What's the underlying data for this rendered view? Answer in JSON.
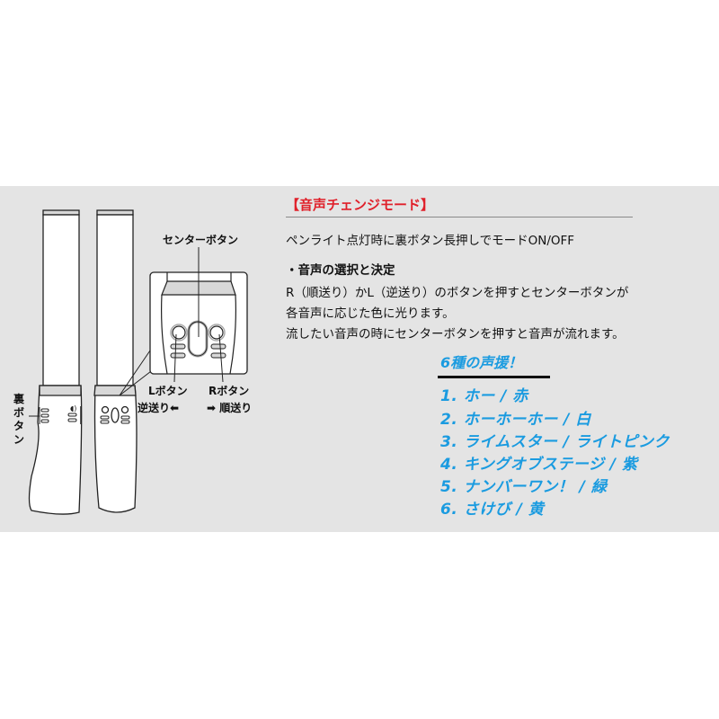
{
  "colors": {
    "background": "#ffffff",
    "panel": "#e4e4e4",
    "title_red": "#e0202a",
    "cheer_blue": "#1a9be0",
    "text": "#111111"
  },
  "header": {
    "title": "【音声チェンジモード】"
  },
  "instructions": {
    "toggle": "ペンライト点灯時に裏ボタン長押しでモードON/OFF",
    "section_title": "・音声の選択と決定",
    "lines": [
      "R（順送り）かL（逆送り）のボタンを押すとセンターボタンが",
      "各音声に応じた色に光ります。",
      "流したい音声の時にセンターボタンを押すと音声が流れます。"
    ]
  },
  "cheers": {
    "heading": "6種の声援！",
    "items": [
      {
        "label": "1. ホー / 赤"
      },
      {
        "label": "2. ホーホーホー / 白"
      },
      {
        "label": "3. ライムスター / ライトピンク"
      },
      {
        "label": "4. キングオブステージ / 紫"
      },
      {
        "label": "5. ナンバーワン！ / 緑"
      },
      {
        "label": "6. さけび / 黄"
      }
    ]
  },
  "diagram": {
    "center_button_label": "センターボタン",
    "l_button_label": "Lボタン",
    "r_button_label": "Rボタン",
    "l_direction": "逆送り⬅",
    "r_direction": "➡ 順送り",
    "back_button_label": "裏ボタン"
  }
}
